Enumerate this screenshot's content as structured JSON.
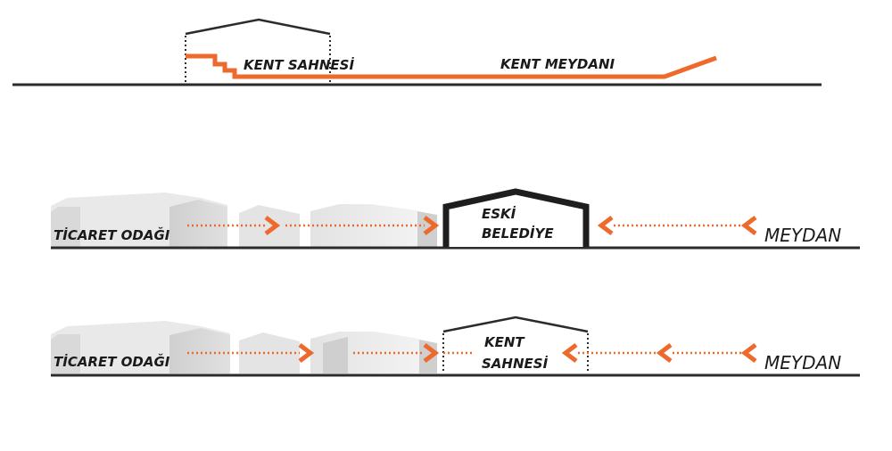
{
  "section": {
    "stage_label": "KENT SAHNESİ",
    "square_label": "KENT MEYDANI"
  },
  "row1": {
    "left_label": "TİCARET ODAĞI",
    "building_line1": "ESKİ",
    "building_line2": "BELEDİYE",
    "right_label": "MEYDAN"
  },
  "row2": {
    "left_label": "TİCARET ODAĞI",
    "building_line1": "KENT",
    "building_line2": "SAHNESİ",
    "right_label": "MEYDAN"
  },
  "colors": {
    "accent": "#ee6a2c",
    "ink": "#2b2b2b"
  }
}
